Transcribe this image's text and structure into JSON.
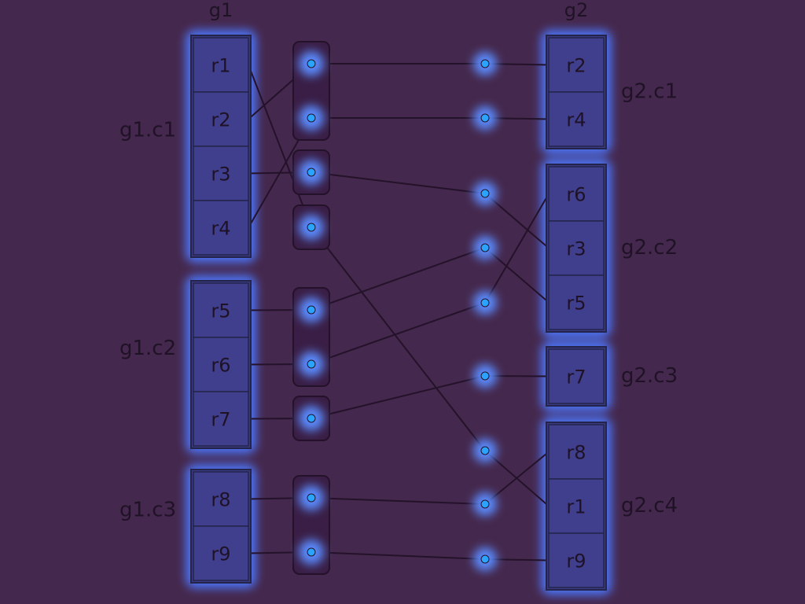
{
  "colors": {
    "background": "#45284d",
    "glow": "#4c78ff",
    "cell_fill": "#3a3a85",
    "cell_stroke": "#24244a",
    "node": "#5b8cff",
    "node_core": "#2aa4ff",
    "text": "#1f1226",
    "line": "#24122a",
    "connector_box": "#3a1e45"
  },
  "group1": {
    "title": "g1",
    "clusters": [
      {
        "label": "g1.c1",
        "rows": [
          "r1",
          "r2",
          "r3",
          "r4"
        ]
      },
      {
        "label": "g1.c2",
        "rows": [
          "r5",
          "r6",
          "r7"
        ]
      },
      {
        "label": "g1.c3",
        "rows": [
          "r8",
          "r9"
        ]
      }
    ]
  },
  "group2": {
    "title": "g2",
    "clusters": [
      {
        "label": "g2.c1",
        "rows": [
          "r2",
          "r4"
        ]
      },
      {
        "label": "g2.c2",
        "rows": [
          "r6",
          "r3",
          "r5"
        ]
      },
      {
        "label": "g2.c3",
        "rows": [
          "r7"
        ]
      },
      {
        "label": "g2.c4",
        "rows": [
          "r8",
          "r1",
          "r9"
        ]
      }
    ]
  },
  "links": [
    {
      "g1_row": "r1",
      "g2_row": "r1"
    },
    {
      "g1_row": "r2",
      "g2_row": "r2"
    },
    {
      "g1_row": "r3",
      "g2_row": "r3"
    },
    {
      "g1_row": "r4",
      "g2_row": "r4"
    },
    {
      "g1_row": "r5",
      "g2_row": "r5"
    },
    {
      "g1_row": "r6",
      "g2_row": "r6"
    },
    {
      "g1_row": "r7",
      "g2_row": "r7"
    },
    {
      "g1_row": "r8",
      "g2_row": "r8"
    },
    {
      "g1_row": "r9",
      "g2_row": "r9"
    }
  ]
}
